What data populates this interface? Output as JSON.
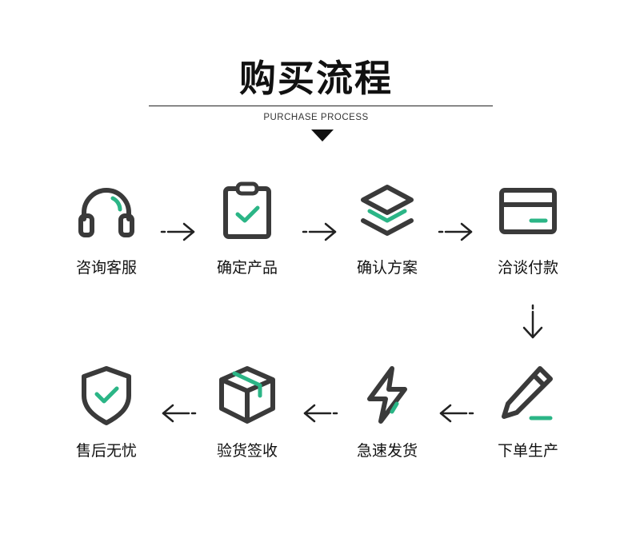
{
  "header": {
    "title": "购买流程",
    "subtitle": "PURCHASE PROCESS"
  },
  "colors": {
    "icon_stroke": "#3a3a3a",
    "accent": "#2bb586",
    "text": "#111111"
  },
  "steps": [
    {
      "label": "咨询客服",
      "icon": "headphones-icon"
    },
    {
      "label": "确定产品",
      "icon": "clipboard-check-icon"
    },
    {
      "label": "确认方案",
      "icon": "layers-icon"
    },
    {
      "label": "洽谈付款",
      "icon": "credit-card-icon"
    },
    {
      "label": "下单生产",
      "icon": "pencil-icon"
    },
    {
      "label": "急速发货",
      "icon": "lightning-icon"
    },
    {
      "label": "验货签收",
      "icon": "package-box-icon"
    },
    {
      "label": "售后无忧",
      "icon": "shield-check-icon"
    }
  ]
}
